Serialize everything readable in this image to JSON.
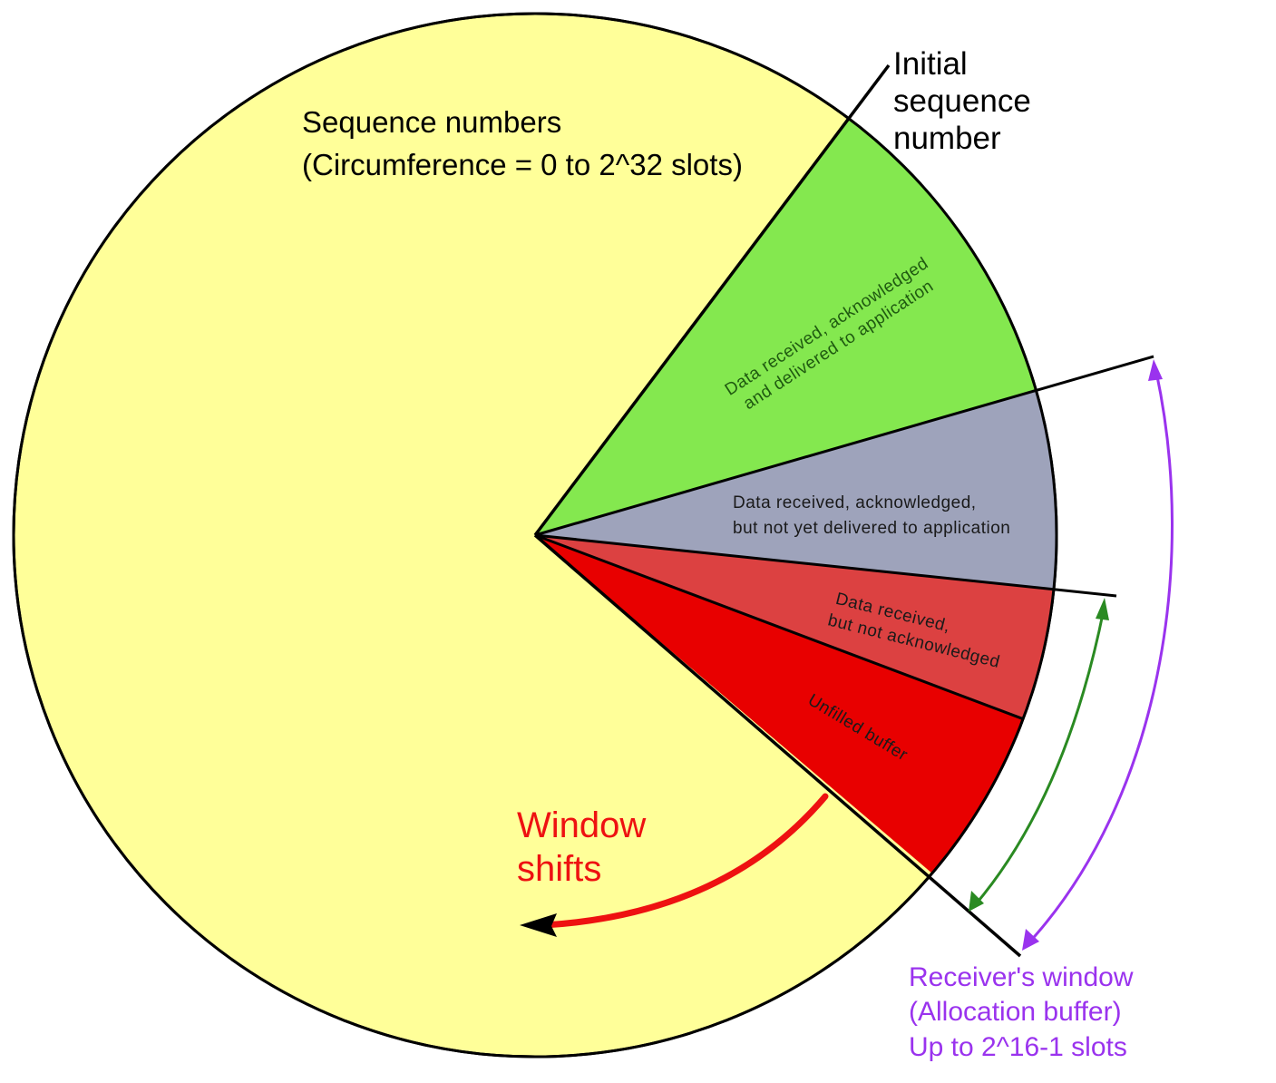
{
  "colors": {
    "circle_fill": "#ffff99",
    "delivered_fill": "#84e84f",
    "ack_not_delivered_fill": "#9ea3bb",
    "not_ack_fill": "#dc4141",
    "unfilled_fill": "#e80000",
    "outline": "#000000",
    "window_shift_arrow": "#ee1111",
    "window_shift_text": "#ee1111",
    "green_arrow": "#2a8a22",
    "purple_arrow": "#9a33ee",
    "receiver_text": "#9a33ee",
    "segment_text_dark": "#1a1a1a",
    "segment_text_green": "#1f5a10"
  },
  "title": {
    "line1": "Sequence numbers",
    "line2": "(Circumference = 0 to 2^32 slots)"
  },
  "isn": {
    "line1": "Initial",
    "line2": "sequence",
    "line3": "number"
  },
  "segments": {
    "delivered": {
      "line1": "Data received, acknowledged",
      "line2": "and delivered to application"
    },
    "ack_not_delivered": {
      "line1": "Data received, acknowledged,",
      "line2": "but not yet delivered to application"
    },
    "not_ack": {
      "line1": "Data received,",
      "line2": "but not acknowledged"
    },
    "unfilled": {
      "label": "Unfilled buffer"
    }
  },
  "window_shift": {
    "line1": "Window",
    "line2": "shifts"
  },
  "receiver_window": {
    "line1": "Receiver's window",
    "line2": "(Allocation buffer)",
    "line3": "Up to 2^16-1 slots"
  }
}
